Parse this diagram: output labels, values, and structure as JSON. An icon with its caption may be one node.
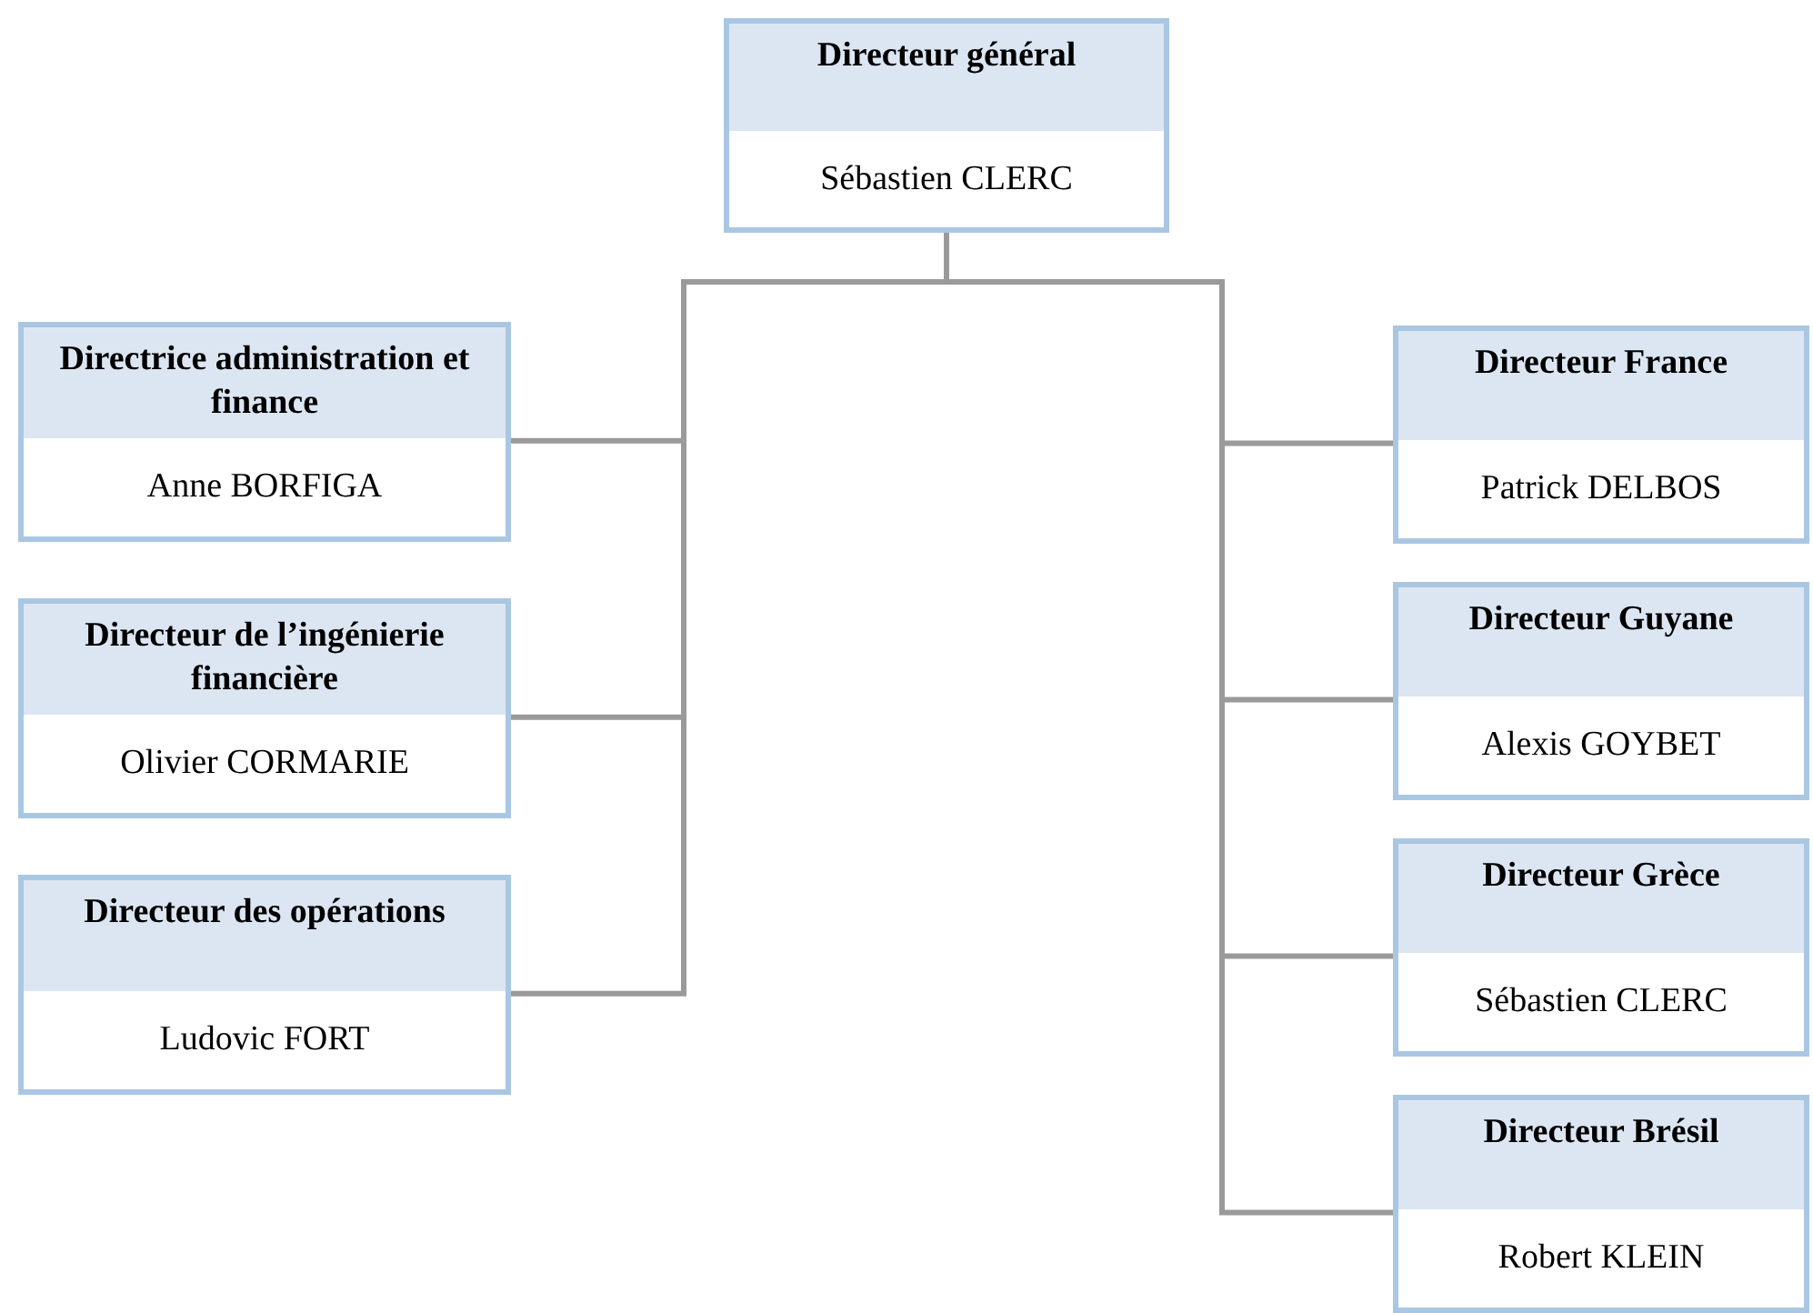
{
  "diagram": {
    "nodes": [
      {
        "text": [
          "Directeur général",
          "Sébastien CLERC"
        ]
      },
      {
        "text": [
          "Directrice administration et finance",
          "Anne BORFIGA"
        ]
      },
      {
        "text": [
          "Directeur de l’ingénierie financière",
          "Olivier CORMARIE"
        ]
      },
      {
        "text": [
          "Directeur des opérations",
          "Ludovic FORT"
        ]
      },
      {
        "text": [
          "Directeur France",
          "Patrick DELBOS"
        ]
      },
      {
        "text": [
          "Directeur Guyane",
          "Alexis GOYBET"
        ]
      },
      {
        "text": [
          "Directeur Grèce",
          "Sébastien CLERC"
        ]
      },
      {
        "text": [
          "Directeur Brésil",
          "Robert KLEIN"
        ]
      }
    ],
    "edges": [
      {
        "from": 0,
        "to": 1,
        "arrow": "none"
      },
      {
        "from": 0,
        "to": 2,
        "arrow": "none"
      },
      {
        "from": 0,
        "to": 3,
        "arrow": "none"
      },
      {
        "from": 0,
        "to": 4,
        "arrow": "none"
      },
      {
        "from": 0,
        "to": 5,
        "arrow": "none"
      },
      {
        "from": 0,
        "to": 6,
        "arrow": "none"
      },
      {
        "from": 0,
        "to": 7,
        "arrow": "none"
      }
    ]
  }
}
